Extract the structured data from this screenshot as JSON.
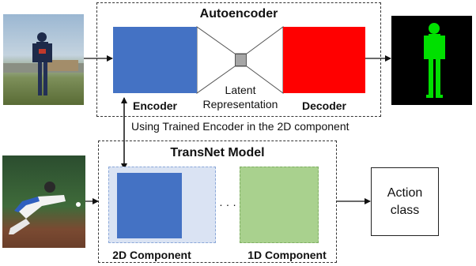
{
  "autoencoder": {
    "title": "Autoencoder",
    "encoder_label": "Encoder",
    "decoder_label": "Decoder",
    "latent_label_line1": "Latent",
    "latent_label_line2": "Representation"
  },
  "connection_label": "Using Trained Encoder in the 2D component",
  "transnet": {
    "title": "TransNet Model",
    "component_2d_label": "2D Component",
    "component_1d_label": "1D Component",
    "ellipsis": "· · ·"
  },
  "output": {
    "line1": "Action",
    "line2": "class"
  },
  "colors": {
    "encoder_blue": "#4472c4",
    "decoder_red": "#ff0000",
    "latent_gray": "#a6a6a6",
    "component_1d_green": "#a9d18e",
    "component_2d_bg": "#dae3f3",
    "silhouette_green": "#00e000"
  },
  "images": {
    "top_input": "football-player-photo",
    "top_output": "green-silhouette-mask",
    "bottom_input": "baseball-player-photo"
  }
}
